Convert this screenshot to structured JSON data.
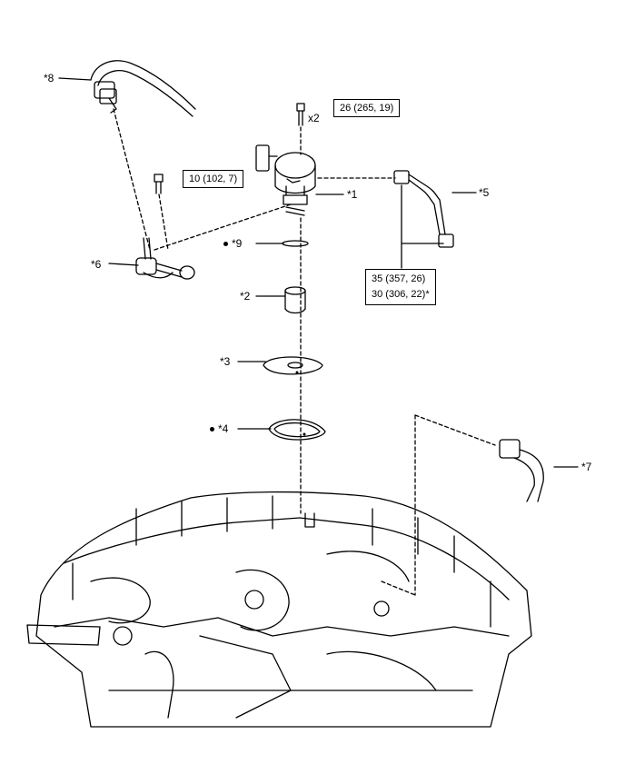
{
  "labels": {
    "p1": "*1",
    "p2": "*2",
    "p3": "*3",
    "p4": "*4",
    "p5": "*5",
    "p6": "*6",
    "p7": "*7",
    "p8": "*8",
    "p9": "*9"
  },
  "torque": {
    "bolt_top": "26 (265, 19)",
    "bolt_top_qty": "x2",
    "bolt_left": "10 (102, 7)",
    "pipe_line1": "35 (357, 26)",
    "pipe_line2": "30 (306, 22)*"
  },
  "colors": {
    "line": "#000000",
    "bg": "#ffffff"
  }
}
